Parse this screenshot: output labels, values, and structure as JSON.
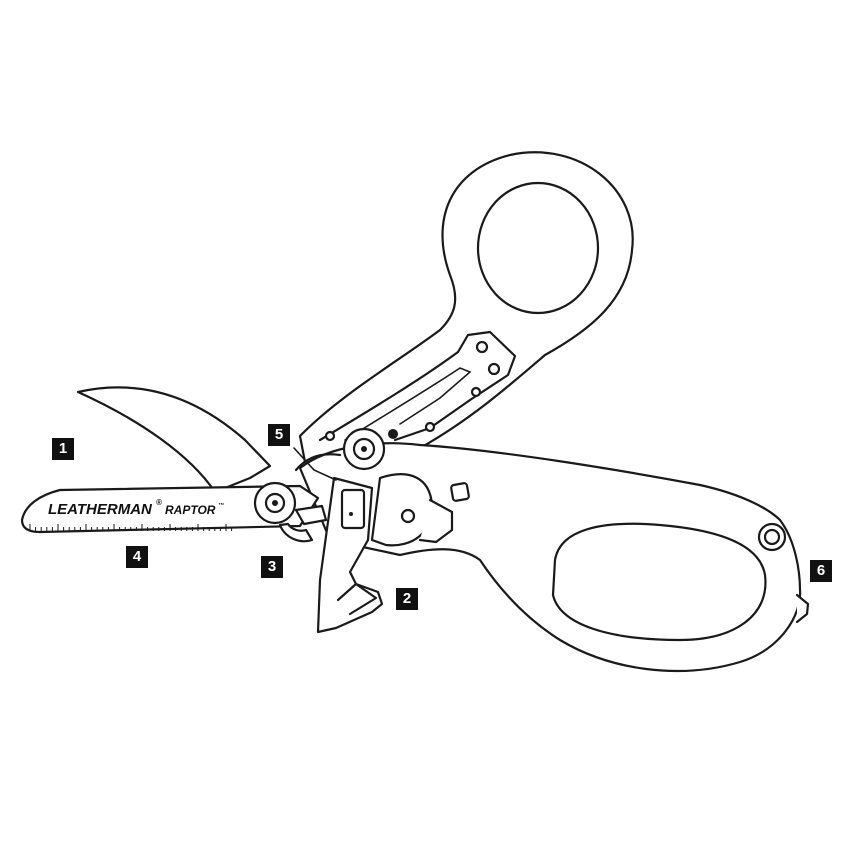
{
  "brand": {
    "name": "LEATHERMAN",
    "registered_mark": "®",
    "model": "RAPTOR",
    "trademark": "™"
  },
  "callouts": [
    "1",
    "2",
    "3",
    "4",
    "5",
    "6"
  ],
  "colors": {
    "line": "#1a1a1a",
    "callout_bg": "#111111",
    "callout_text": "#ffffff",
    "background": "#ffffff"
  }
}
